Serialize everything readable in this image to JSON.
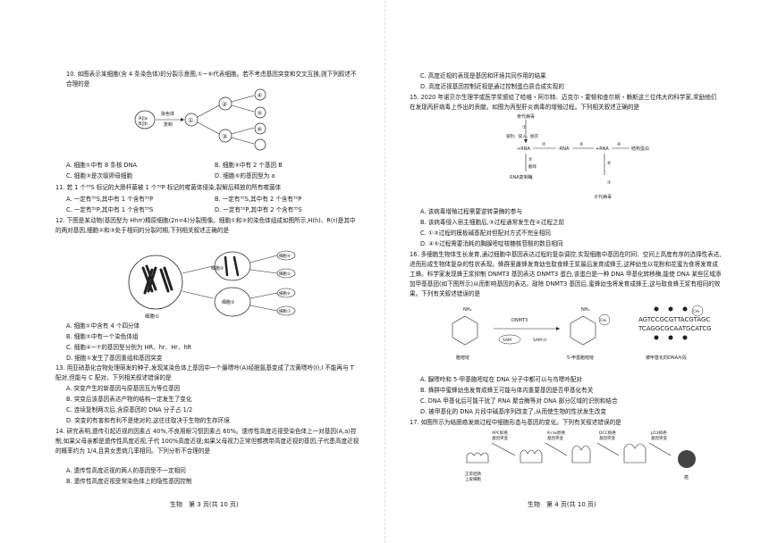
{
  "left": {
    "q10": {
      "stem": "10. 如图表示某细胞(含 4 条染色体)的分裂示意图,①~⑥代表细胞。若不考虑基因突变和交叉互换,则下列叙述不合理的是",
      "diagram": {
        "arrow_label_1": "染色体",
        "arrow_label_2": "复制",
        "n1": "①",
        "n2": "②",
        "n3": "③",
        "n4": "④",
        "n5": "⑤",
        "n6": "⑥"
      },
      "A": "A. 细胞①中有 8 条核 DNA",
      "B": "B. 细胞③中有 2 个基因 B",
      "C": "C. 细胞③是次级卵母细胞",
      "D": "D. 细胞⑤的基因型为 a"
    },
    "q11": {
      "stem": "11. 若 1 个³⁵S 标记的大肠杆菌被 1 个³²P 标记的噬菌体侵染,裂解后释放的所有噬菌体",
      "A": "A. 一定有³⁵S,其中有 1 个含有³²P",
      "B": "B. 一定有³⁵S,其中有 2 个含有³²P",
      "C": "C. 一定有³²P,其中有 1 个含有³⁵S",
      "D": "D. 一定有³²P,其中有 2 个含有³⁵S"
    },
    "q12": {
      "stem": "12. 下图是某动物(基因型为 Hhrr)精原细胞(2n=4)分裂图像。细胞①和②的染色体组成如图所示,H(h)、R(r)是其中的两对基因,细胞②和③处于相同的分裂时期,下列相关叙述正确的是",
      "diagram": {
        "cell1": "细胞①",
        "cell2": "细胞②",
        "cell3": "细胞③",
        "cell4": "细胞④",
        "cell5": "细胞⑤",
        "cell6": "细胞⑥",
        "cell7": "细胞⑦"
      },
      "A": "A. 细胞①中含有 4 个四分体",
      "B": "B. 细胞②中有一个染色体组",
      "C": "C. 细胞④~⑦的基因型分别为 HR、hr、Hr、hR",
      "D": "D. 细胞①发生了基因重组和基因突变"
    },
    "q13": {
      "stem": "13. 用亚硝基化合物处理萌发的种子,发现某染色体上基因中一个腺嘌呤(A)经脱氨基变成了次黄嘌呤(I),I 不能再与 T 配对,但能与 C 配对。下列相关叙述错误的是",
      "A": "A. 突变产生的新基因与原基因互为等位基因",
      "B": "B. 突变后该基因表达产物的结构一定发生了变化",
      "C": "C. 连续复制两次后,含原基因的 DNA 分子占 1/2",
      "D": "D. 突变的有害和有利不是绝对的,这往往取决于生物的生存环境"
    },
    "q14": {
      "stem": "14. 研究表明,遗传引起近视的因素占 40%,不良用眼习惯因素占 60%。遗传性高度近视受染色体上一对基因(A,a)控制,如果父母亲都是遗传性高度近视,子代 100%高度近视;如果父母视力正常但都携带高度近视的基因,子代患高度近视的概率约为 1/4,且男女患病几率相同。下列分析不合理的是",
      "A": "A. 遗传性高度近视的两人的基因型不一定相同",
      "B": "B. 遗传性高度近视受常染色体上的隐性基因控制"
    },
    "footer": "生物　第 3 页(共 10 页)"
  },
  "right": {
    "q14_cont": {
      "C": "C. 高度近视的表现是基因和环境共同作用的结果",
      "D": "D. 高度近视基因控制近视是通过控制蛋白质合成实现的"
    },
    "q15": {
      "stem": "15. 2020 年诺贝尔生理学或医学奖颁给了哈维・阿尔特、迈克尔・霍顿和查尔斯・赖斯这三位伟大的科学家,奖励他们在发现丙肝病毒上作出的贡献。如图为丙型肝炎病毒的增殖过程。下列相关叙述正确的是",
      "diagram": {
        "top": "亲代病毒",
        "s1": "①",
        "adsorb": "吸附、侵入、脱壳",
        "rna_plus": "+RNA",
        "s2": "②",
        "s3": "③",
        "s4": "④",
        "s5": "⑤",
        "s6": "⑥",
        "s7": "⑦",
        "neg_rna": "-RNA",
        "translate": "翻译",
        "rep": "RNA复制酶",
        "capsid": "结构蛋白",
        "child": "子代病毒"
      },
      "A": "A. 该病毒增殖过程需要逆转录酶的参与",
      "B": "B. 该病毒侵入宿主细胞后,③过程通常发生在④过程之前",
      "C": "C. ①③过程的模板碱基配对但配对方式不完全相同",
      "D": "D. ④⑤过程需要消耗的胸腺嘧啶核糖核苷酸的数目相同"
    },
    "q16": {
      "stem": "16. 多细胞生物体生长发育,通过细胞中基因表达过程的复杂调控,实现细胞中基因在时间、空间上高度有序的选择性表达,进而形成生物体复杂的性状表现。蜂群里雌蜂发育幼虫取食蜂王浆最后发育成蜂王,这种幼虫以花粉和花蜜为食将发育成工蜂。科学家发现蜂王浆抑制 DNMT3 基因表达 DNMT3 蛋白,该蛋白是一种 DNA 甲基化转移酶,能使 DNA 某些区域添加甲基基团(如下图所示)从而影响基因的表达。敲除 DNMT3 基因后,蜜蜂幼虫将发育成蜂王,这与取食蜂王浆有相同的效果。下列有关叙述错误的是",
      "diagram": {
        "enzyme": "DNMT3",
        "sam": "SAM",
        "samh": "SAM-H",
        "c1": "胞嘧啶",
        "c2": "5-甲基胞嘧啶",
        "strand1": "AGTCCGCGTTACGTAGC",
        "strand2": "TCAGGCGCAATGCATCG",
        "ch3": "CH₃",
        "nh2": "NH₂",
        "caption": "被甲基化的DNA片段"
      },
      "A": "A. 腺嘌呤和 5-甲基胞嘧啶在 DNA 分子中都可以与鸟嘌呤配对",
      "B": "B. 蜂群中蜜蜂幼虫发育成蜂王可能与体内重要基因是否甲基化有关",
      "C": "C. DNA 甲基化后可能干扰了 RNA 聚合酶等对 DNA 部分区域的识别和结合",
      "D": "D. 被甲基化的 DNA 片段中碱基序列改变了,从而使生物的性状发生改变"
    },
    "q17": {
      "stem": "17. 如图所示为结肠癌发病过程中细胞形态与基因的变化。下列有关叙述错误的是",
      "diagram": {
        "g1a": "APC抑癌",
        "g1b": "基因突变",
        "g2a": "K-ras原癌",
        "g2b": "基因突变",
        "g3a": "DCC抑癌",
        "g3b": "基因突变",
        "g4a": "p53抑癌",
        "g4b": "基因突变",
        "normal1": "正常结肠",
        "normal2": "上皮细胞",
        "cancer": "癌"
      }
    },
    "footer": "生物　第 4 页(共 10 页)"
  }
}
